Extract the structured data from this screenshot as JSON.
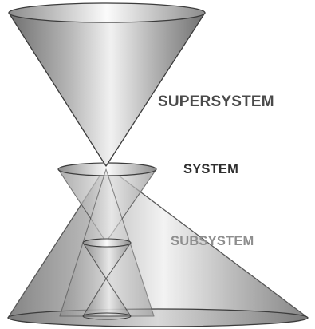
{
  "labels": {
    "supersystem": "SUPERSYSTEM",
    "system": "SYSTEM",
    "subsystem": "SUBSYSTEM"
  },
  "colors": {
    "supersystem_label": "#4a4a4a",
    "system_label": "#2e2e2e",
    "subsystem_label": "#8e8e8e",
    "cone_dark": "#6e6e6e",
    "cone_light": "#f2f2f2",
    "outline": "#3c3c3c"
  }
}
